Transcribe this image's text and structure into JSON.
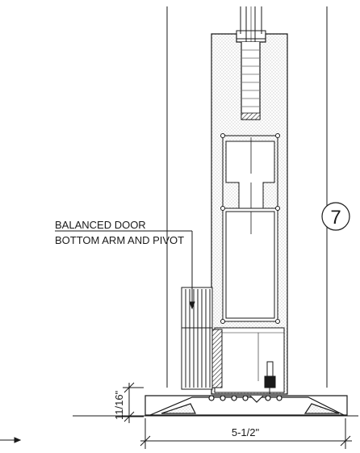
{
  "callout": {
    "line1": "BALANCED DOOR",
    "line2": "BOTTOM ARM AND PIVOT"
  },
  "detail_number": "7",
  "dimensions": {
    "threshold_width": "5-1/2\"",
    "threshold_height": "11/16\""
  },
  "colors": {
    "line": "#1a1a1a",
    "stipple": "#9a9a9a",
    "background": "#ffffff"
  }
}
